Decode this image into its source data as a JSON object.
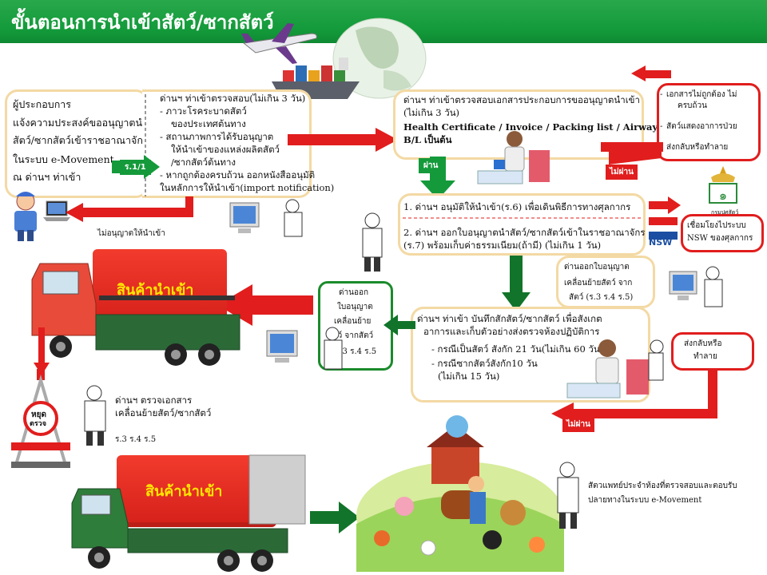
{
  "header": {
    "title": "ขั้นตอนการนำเข้าสัตว์/ซากสัตว์"
  },
  "box_operator": {
    "line1": "ผู้ประกอบการ",
    "line2": "แจ้งความประสงค์ขออนุญาตนำ",
    "line3": "สัตว์/ซากสัตว์เข้าราชอาณาจักร",
    "line4": "ในระบบ e-Movement",
    "line5": "ณ ด่านฯ ท่าเข้า"
  },
  "box_inspect": {
    "line1": "ด่านฯ ท่าเข้าตรวจสอบ(ไม่เกิน 3 วัน)",
    "line2": "- ภาวะโรคระบาดสัตว์",
    "line3": "ของประเทศต้นทาง",
    "line4": "- สถานภาพการได้รับอนุญาต",
    "line5": "ให้นำเข้าของแหล่งผลิตสัตว์",
    "line6": "/ซากสัตว์ต้นทาง",
    "line7": "- หากถูกต้องครบถ้วน ออกหนังสืออนุมัติ",
    "line8": "ในหลักการให้นำเข้า(import notification)",
    "tag": "ร.1/1"
  },
  "label_not_allowed": "ไม่อนุญาตให้นำเข้า",
  "box_docs": {
    "line1": "ด่านฯ ท่าเข้าตรวจสอบเอกสารประกอบการขออนุญาตนำเข้า",
    "line2": "(ไม่เกิน 3 วัน)",
    "line3": "Health Certificate / Invoice / Packing list / Airway bill /",
    "line4": "B/L  เป็นต้น"
  },
  "box_reject_docs": {
    "line1": "เอกสารไม่ถูกต้อง ไม่",
    "line2": "ครบถ้วน",
    "line3": "สัตว์แสดงอาการป่วย",
    "line4": "ส่งกลับหรือทำลาย"
  },
  "tag_fail_1": "ไม่ผ่าน",
  "tag_pass": "ผ่าน",
  "box_permit": {
    "line1": "1. ด่านฯ อนุมัติให้นำเข้า(ร.6)  เพื่อเดินพิธีการทางศุลกากร",
    "line2": "2. ด่านฯ ออกใบอนุญาตนำสัตว์/ซากสัตว์เข้าในราชอาณาจักร",
    "line3": "(ร.7) พร้อมเก็บค่าธรรมเนียม(ถ้ามี) (ไม่เกิน 1 วัน)"
  },
  "logo_dld_caption": "กรมปศุสัตว์",
  "logo_nsw": "NSW",
  "box_nsw": {
    "line1": "เชื่อมโยงไประบบ",
    "line2": "NSW ของศุลกากร"
  },
  "box_move_permit_right": {
    "line1": "ด่านออกใบอนุญาต",
    "line2": "เคลื่อนย้ายสัตว์ จาก",
    "line3": "สัตว์ (ร.3 ร.4 ร.5)"
  },
  "box_move_permit_left": {
    "line1": "ด่านออก",
    "line2": "ใบอนุญาต",
    "line3": "เคลื่อนย้าย",
    "line4": "สัตว์ จากสัตว์",
    "line5": "ร.3 ร.4 ร.5"
  },
  "truck_label": "สินค้านำเข้า",
  "box_quarantine": {
    "line1": "ด่านฯ ท่าเข้า บันทึกสักสัตว์/ซากสัตว์ เพื่อสังเกต",
    "line2": "อาการและเก็บตัวอย่างส่งตรวจห้องปฏิบัติการ",
    "line3": "- กรณีเป็นสัตว์ สังกัก 21 วัน(ไม่เกิน 60 วัน)",
    "line4": "- กรณีซากสัตว์สังกัก10 วัน",
    "line5": "(ไม่เกิน 15 วัน)"
  },
  "box_return": {
    "line1": "ส่งกลับหรือ",
    "line2": "ทำลาย"
  },
  "tag_fail_2": "ไม่ผ่าน",
  "checkpoint": {
    "line1": "ด่านฯ ตรวจเอกสาร",
    "line2": "เคลื่อนย้ายสัตว์/ซากสัตว์",
    "line3": "ร.3 ร.4 ร.5",
    "sign1": "หยุด",
    "sign2": "ตรวจ"
  },
  "final_text": {
    "line1": "สัตวแพทย์ประจำท้องที่ตรวจสอบและตอบรับ",
    "line2": "ปลายทางในระบบ  e-Movement"
  },
  "colors": {
    "green": "#149a3b",
    "red": "#e11d1d",
    "tan": "#f3d9a4",
    "cargo": "#e52b20"
  }
}
